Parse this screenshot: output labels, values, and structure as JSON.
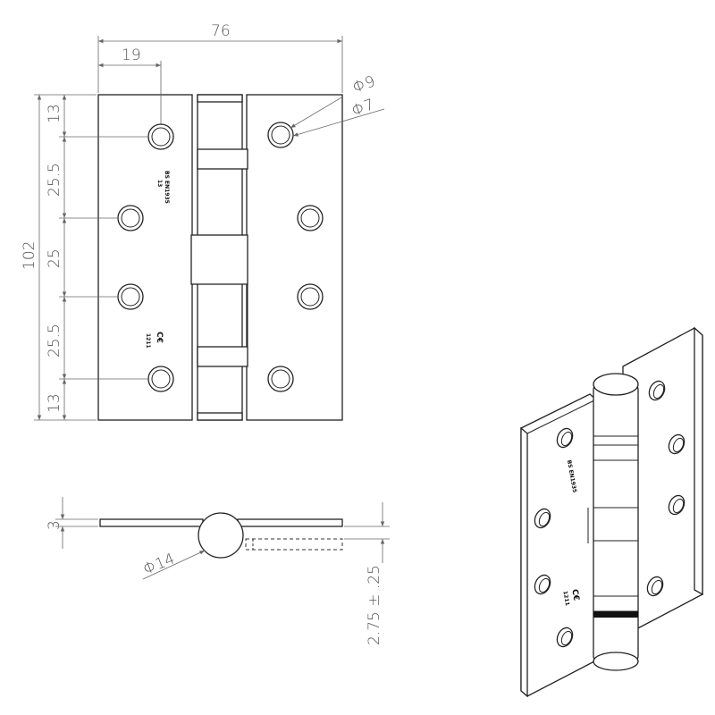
{
  "dimensions": {
    "overall_width": "76",
    "hole_offset": "19",
    "hole_dia_outer": "Φ9",
    "hole_dia_inner": "Φ7",
    "overall_height": "102",
    "v_gap_top": "13",
    "v_gap_1": "25.5",
    "v_gap_2": "25",
    "v_gap_3": "25.5",
    "v_gap_bottom": "13",
    "thickness": "3",
    "knuckle_dia": "Φ14",
    "gap_tolerance": "2.75 ± .25"
  },
  "markings": {
    "standard_line1": "BS EN1935",
    "standard_line2": "13",
    "ce_mark": "C€",
    "ce_number": "1211"
  }
}
